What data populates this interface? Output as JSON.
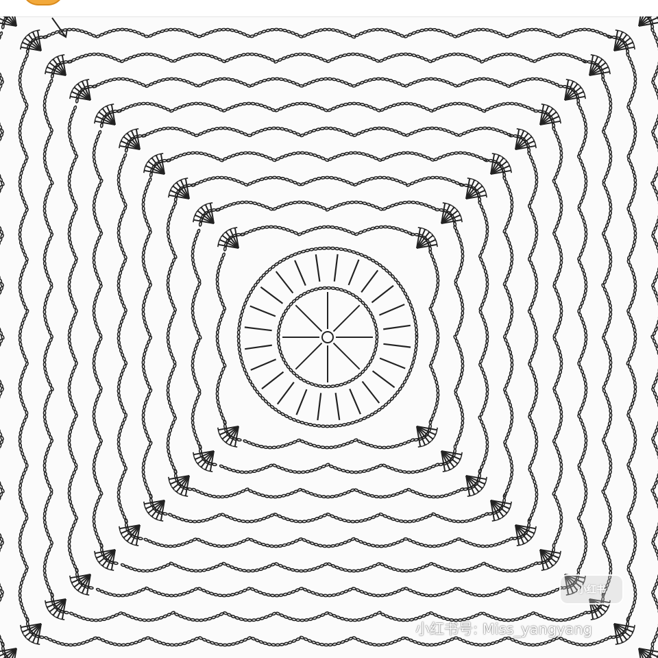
{
  "watermark": {
    "text": "小红书号: Miss_yangyang",
    "logo_text": "小红书"
  },
  "diagram": {
    "ink_color": "#222222",
    "background_color": "#fbfbfb",
    "rounds": 10,
    "stitch_symbols": [
      "chain",
      "double-crochet",
      "shell"
    ]
  }
}
